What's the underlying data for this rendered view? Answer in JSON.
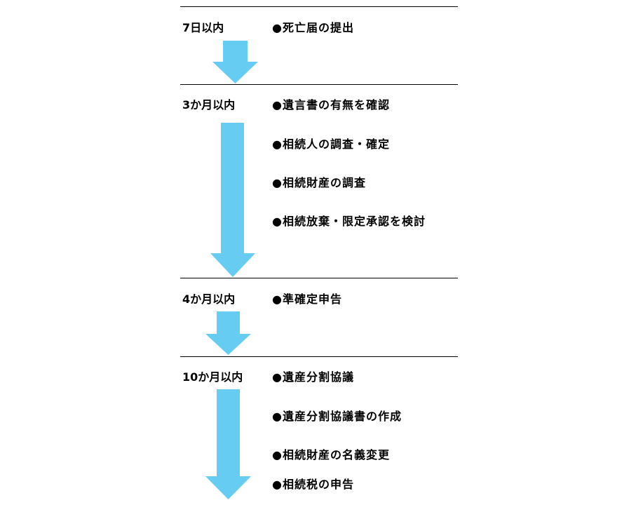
{
  "colors": {
    "arrow": "#66ccf2",
    "rule": "#000000"
  },
  "bullet": "●",
  "stages": [
    {
      "deadline": "7日以内",
      "tasks": [
        "死亡届の提出"
      ]
    },
    {
      "deadline": "3か月以内",
      "tasks": [
        "遺言書の有無を確認",
        "相続人の調査・確定",
        "相続財産の調査",
        "相続放棄・限定承認を検討"
      ]
    },
    {
      "deadline": "4か月以内",
      "tasks": [
        "準確定申告"
      ]
    },
    {
      "deadline": "10か月以内",
      "tasks": [
        "遺産分割協議",
        "遺産分割協議書の作成",
        "相続財産の名義変更",
        "相続税の申告"
      ]
    }
  ]
}
